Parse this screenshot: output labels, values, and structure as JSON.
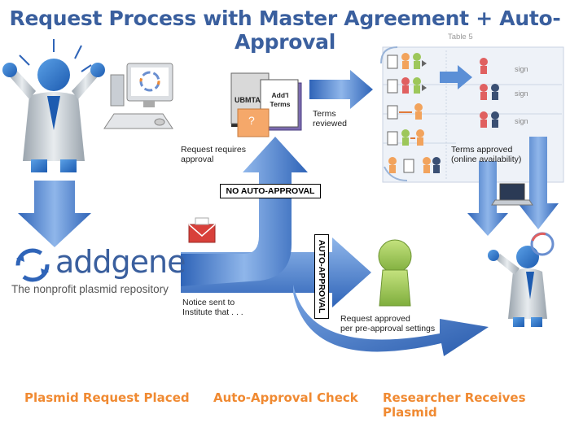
{
  "title": "Request Process with Master Agreement + Auto-Approval",
  "table_label": "Table 5",
  "logo": {
    "name": "addgene",
    "tagline": "The nonprofit plasmid repository"
  },
  "documents": {
    "primary": "UBMTA",
    "secondary": "Add'l\nTerms",
    "unknown": "?"
  },
  "labels": {
    "request_requires": "Request requires\napproval",
    "terms_reviewed": "Terms\nreviewed",
    "terms_approved": "Terms approved\n(online availability)",
    "no_auto": "NO AUTO-APPROVAL",
    "auto": "AUTO-APPROVAL",
    "notice": "Notice sent to\nInstitute that . . .",
    "request_approved": "Request approved\nper pre-approval settings"
  },
  "sign_label": "sign",
  "stages": [
    "Plasmid Request Placed",
    "Auto-Approval Check",
    "Researcher Receives Plasmid"
  ],
  "icons": [
    "scientist-icon",
    "computer-icon",
    "email-icon",
    "document-icon",
    "person-icon",
    "plasmid-icon"
  ],
  "colors": {
    "title": "#3a5f9e",
    "stage": "#f08a32",
    "arrow": "#5b8fd6",
    "arrow_dark": "#2f64b8",
    "person_orange": "#f2a35c",
    "person_green": "#9dc75a",
    "person_red": "#e06060",
    "person_navy": "#3a4f73",
    "doc_purple": "#7c6bb0",
    "email_red": "#d8403a"
  }
}
